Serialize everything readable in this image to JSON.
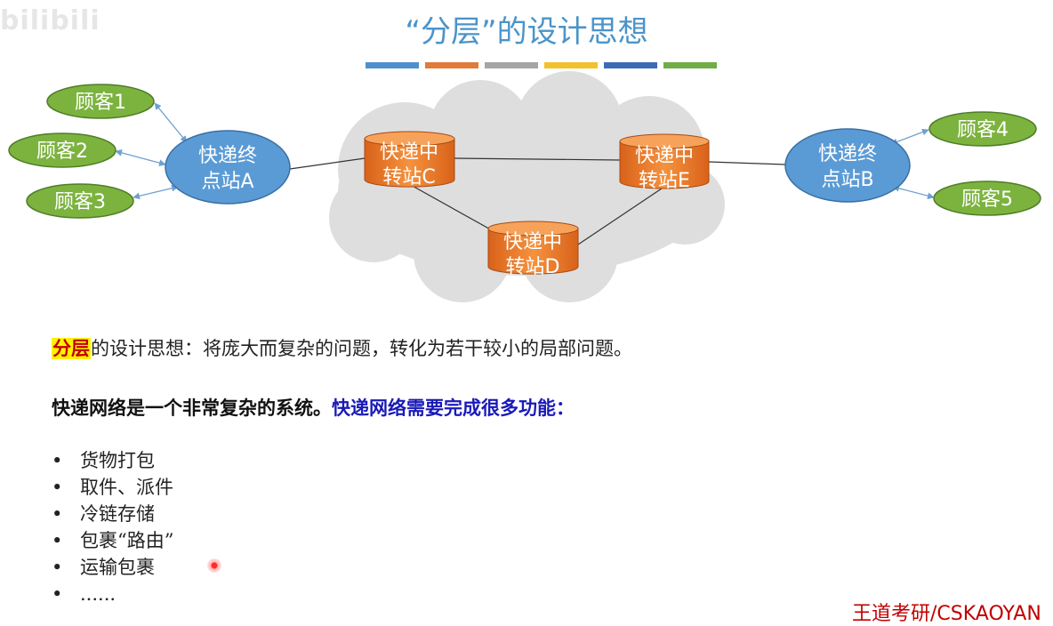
{
  "watermark": "bilibili",
  "title": "“分层”的设计思想",
  "color_bar": [
    "#4f8fcd",
    "#e07b39",
    "#a5a5a5",
    "#f2c12e",
    "#3d6bb3",
    "#6fad47"
  ],
  "diagram": {
    "customers": [
      "顾客1",
      "顾客2",
      "顾客3",
      "顾客4",
      "顾客5"
    ],
    "stations": [
      {
        "line1": "快递终",
        "line2": "点站A"
      },
      {
        "line1": "快递终",
        "line2": "点站B"
      }
    ],
    "hubs": [
      {
        "line1": "快递中",
        "line2": "转站C"
      },
      {
        "line1": "快递中",
        "line2": "转站E"
      },
      {
        "line1": "快递中",
        "line2": "转站D"
      }
    ]
  },
  "summary": {
    "key": "分层",
    "rest": "的设计思想：将庞大而复杂的问题，转化为若干较小的局部问题。"
  },
  "statement": {
    "black": "快递网络是一个非常复杂的系统。",
    "blue": "快递网络需要完成很多功能："
  },
  "bullet_symbol": "•",
  "bullets": [
    "货物打包",
    "取件、派件",
    "冷链存储",
    "包裹“路由”",
    "运输包裹",
    "......"
  ],
  "footer": "王道考研/CSKAOYAN"
}
